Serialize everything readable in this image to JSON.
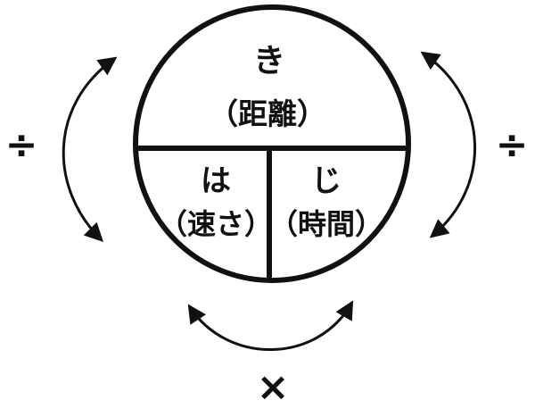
{
  "circle": {
    "top": {
      "kana": "き",
      "term": "（距離）"
    },
    "bottom_left": {
      "kana": "は",
      "term": "（速さ）"
    },
    "bottom_right": {
      "kana": "じ",
      "term": "（時間）"
    }
  },
  "operators": {
    "left": "÷",
    "right": "÷",
    "bottom": "×"
  },
  "colors": {
    "ink": "#111111",
    "background": "#ffffff"
  }
}
